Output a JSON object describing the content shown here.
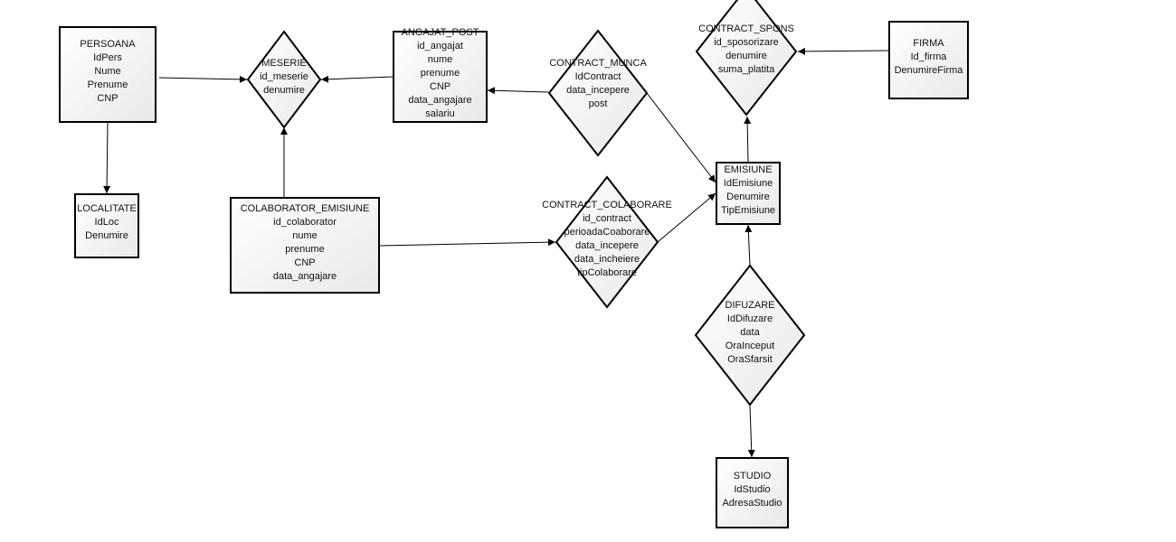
{
  "diagram": {
    "entities": [
      {
        "id": "persoana",
        "title": "PERSOANA",
        "attributes": [
          "IdPers",
          "Nume",
          "Prenume",
          "CNP"
        ]
      },
      {
        "id": "localitate",
        "title": "LOCALITATE",
        "attributes": [
          "IdLoc",
          "Denumire"
        ]
      },
      {
        "id": "angajat_post",
        "title": "ANGAJAT_POST",
        "attributes": [
          "id_angajat",
          "nume",
          "prenume",
          "CNP",
          "data_angajare",
          "salariu"
        ]
      },
      {
        "id": "colaborator_emisiune",
        "title": "COLABORATOR_EMISIUNE",
        "attributes": [
          "id_colaborator",
          "nume",
          "prenume",
          "CNP",
          "data_angajare"
        ]
      },
      {
        "id": "firma",
        "title": "FIRMA",
        "attributes": [
          "Id_firma",
          "DenumireFirma"
        ]
      },
      {
        "id": "emisiune",
        "title": "EMISIUNE",
        "attributes": [
          "IdEmisiune",
          "Denumire",
          "TipEmisiune"
        ]
      },
      {
        "id": "studio",
        "title": "STUDIO",
        "attributes": [
          "IdStudio",
          "AdresaStudio"
        ]
      }
    ],
    "relationships": [
      {
        "id": "meserie",
        "title": "MESERIE",
        "attributes": [
          "id_meserie",
          "denumire"
        ]
      },
      {
        "id": "contract_munca",
        "title": "CONTRACT_MUNCA",
        "attributes": [
          "IdContract",
          "data_incepere",
          "post"
        ]
      },
      {
        "id": "contract_spons",
        "title": "CONTRACT_SPONS",
        "attributes": [
          "id_sposorizare",
          "denumire",
          "suma_platita"
        ]
      },
      {
        "id": "contract_colaborare",
        "title": "CONTRACT_COLABORARE",
        "attributes": [
          "id_contract",
          "perioadaCoaborare",
          "data_incepere",
          "data_incheiere",
          "tipColaborare"
        ]
      },
      {
        "id": "difuzare",
        "title": "DIFUZARE",
        "attributes": [
          "IdDifuzare",
          "data",
          "OraInceput",
          "OraSfarsit"
        ]
      }
    ],
    "connectors": [
      {
        "from": "persoana",
        "to": "meserie"
      },
      {
        "from": "persoana",
        "to": "localitate"
      },
      {
        "from": "angajat_post",
        "to": "meserie"
      },
      {
        "from": "colaborator_emisiune",
        "to": "meserie"
      },
      {
        "from": "contract_munca",
        "to": "angajat_post"
      },
      {
        "from": "contract_munca",
        "to": "emisiune"
      },
      {
        "from": "colaborator_emisiune",
        "to": "contract_colaborare"
      },
      {
        "from": "contract_colaborare",
        "to": "emisiune"
      },
      {
        "from": "emisiune",
        "to": "contract_spons"
      },
      {
        "from": "firma",
        "to": "contract_spons"
      },
      {
        "from": "difuzare",
        "to": "emisiune"
      },
      {
        "from": "difuzare",
        "to": "studio"
      }
    ]
  }
}
